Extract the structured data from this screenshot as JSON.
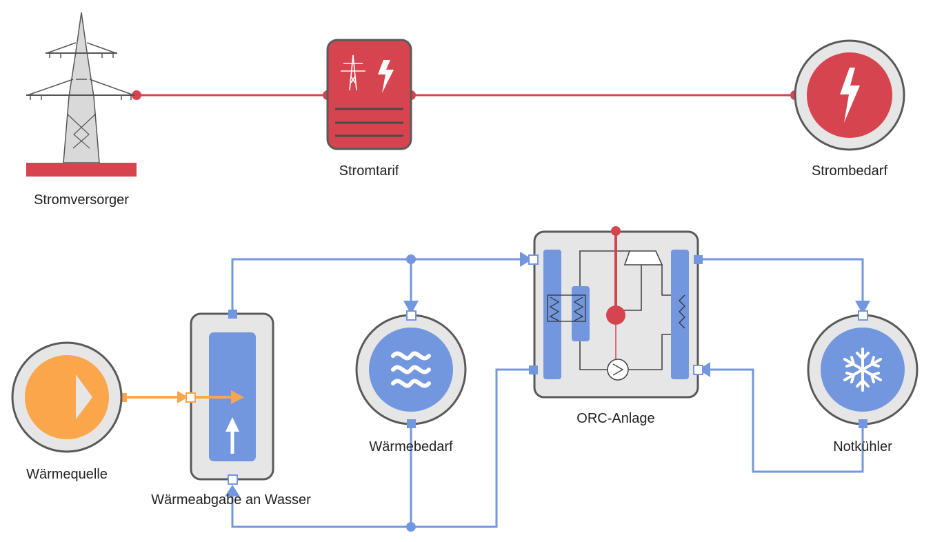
{
  "labels": {
    "stromversorger": "Stromversorger",
    "stromtarif": "Stromtarif",
    "strombedarf": "Strombedarf",
    "waermequelle": "Wärmequelle",
    "waermeabgabe": "Wärmeabgabe an Wasser",
    "waermebedarf": "Wärmebedarf",
    "orc_anlage": "ORC-Anlage",
    "notkuehler": "Notkühler"
  },
  "colors": {
    "electric": "#d6444f",
    "water": "#7397df",
    "heat": "#fba64a",
    "box_fill": "#e6e6e6",
    "box_stroke": "#595959",
    "tower": "#d9d9d9",
    "text": "#222222"
  }
}
